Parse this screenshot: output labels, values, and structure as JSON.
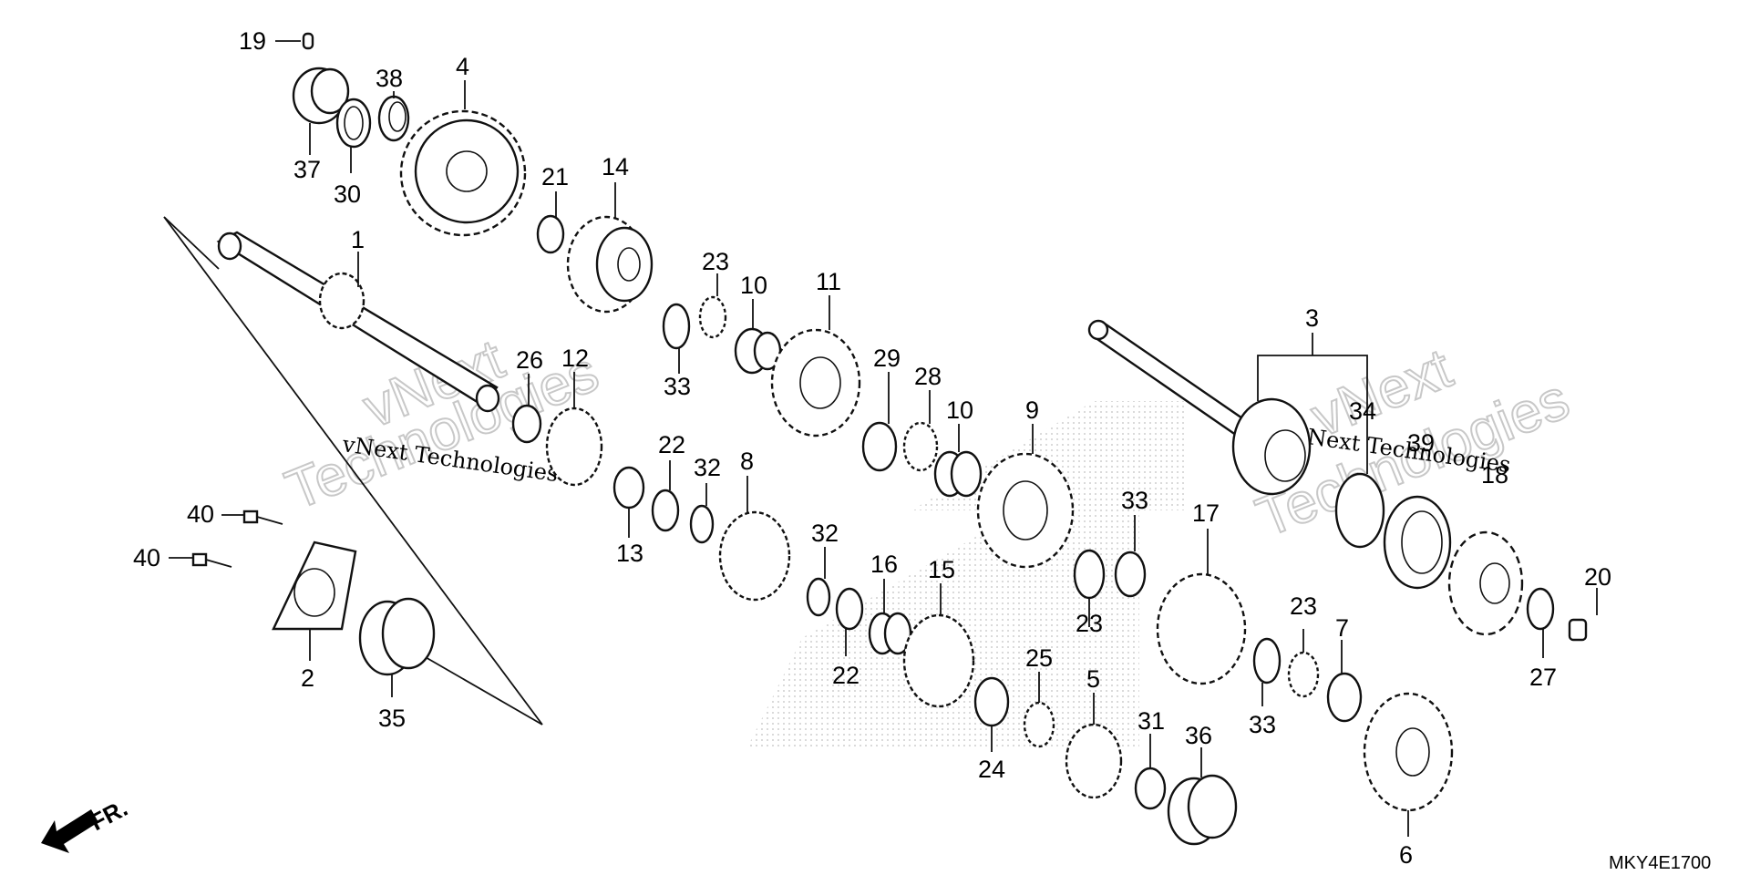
{
  "diagram": {
    "drawing_code": "MKY4E1700",
    "direction_label": "FR.",
    "watermarks": {
      "outline_a": "vNext",
      "outline_b": "Technologies",
      "script_a": "vNext Technologies",
      "outline_c": "vNext",
      "outline_d": "Technologies",
      "script_b": "vNext Technologies"
    },
    "callouts": [
      {
        "id": "c19",
        "label": "19"
      },
      {
        "id": "c38",
        "label": "38"
      },
      {
        "id": "c4",
        "label": "4"
      },
      {
        "id": "c37",
        "label": "37"
      },
      {
        "id": "c30",
        "label": "30"
      },
      {
        "id": "c21",
        "label": "21"
      },
      {
        "id": "c14",
        "label": "14"
      },
      {
        "id": "c1",
        "label": "1"
      },
      {
        "id": "c23a",
        "label": "23"
      },
      {
        "id": "c10a",
        "label": "10"
      },
      {
        "id": "c11",
        "label": "11"
      },
      {
        "id": "c33a",
        "label": "33"
      },
      {
        "id": "c26",
        "label": "26"
      },
      {
        "id": "c12",
        "label": "12"
      },
      {
        "id": "c29",
        "label": "29"
      },
      {
        "id": "c28",
        "label": "28"
      },
      {
        "id": "c10b",
        "label": "10"
      },
      {
        "id": "c9",
        "label": "9"
      },
      {
        "id": "c3",
        "label": "3"
      },
      {
        "id": "c34",
        "label": "34"
      },
      {
        "id": "c39",
        "label": "39"
      },
      {
        "id": "c18",
        "label": "18"
      },
      {
        "id": "c22a",
        "label": "22"
      },
      {
        "id": "c32a",
        "label": "32"
      },
      {
        "id": "c8",
        "label": "8"
      },
      {
        "id": "c13",
        "label": "13"
      },
      {
        "id": "c33b",
        "label": "33"
      },
      {
        "id": "c17",
        "label": "17"
      },
      {
        "id": "c40a",
        "label": "40"
      },
      {
        "id": "c40b",
        "label": "40"
      },
      {
        "id": "c32b",
        "label": "32"
      },
      {
        "id": "c16",
        "label": "16"
      },
      {
        "id": "c15",
        "label": "15"
      },
      {
        "id": "c23b",
        "label": "23"
      },
      {
        "id": "c20",
        "label": "20"
      },
      {
        "id": "c2",
        "label": "2"
      },
      {
        "id": "c22b",
        "label": "22"
      },
      {
        "id": "c23c",
        "label": "23"
      },
      {
        "id": "c7",
        "label": "7"
      },
      {
        "id": "c27",
        "label": "27"
      },
      {
        "id": "c35",
        "label": "35"
      },
      {
        "id": "c25",
        "label": "25"
      },
      {
        "id": "c5",
        "label": "5"
      },
      {
        "id": "c33c",
        "label": "33"
      },
      {
        "id": "c31",
        "label": "31"
      },
      {
        "id": "c36",
        "label": "36"
      },
      {
        "id": "c24",
        "label": "24"
      },
      {
        "id": "c6",
        "label": "6"
      }
    ]
  }
}
